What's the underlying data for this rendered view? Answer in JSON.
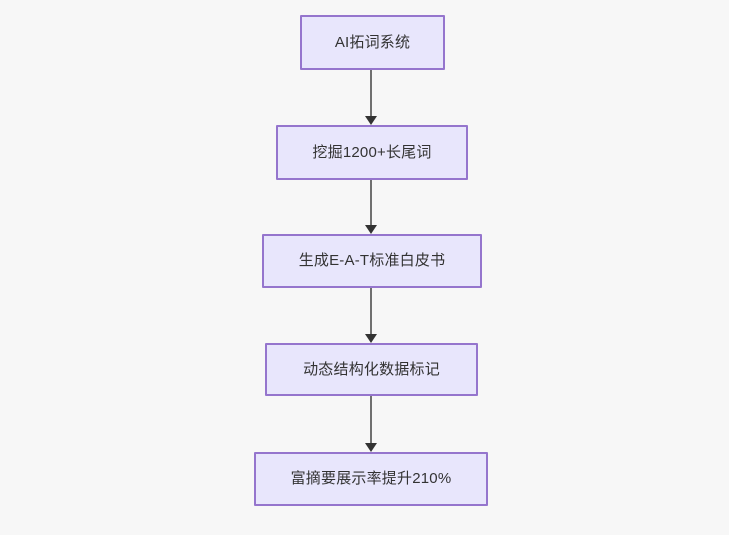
{
  "diagram": {
    "type": "flowchart",
    "direction": "top-to-bottom",
    "background_color": "#f7f7f7",
    "node_fill_color": "#e8e6fc",
    "node_border_color": "#9575cd",
    "node_text_color": "#333333",
    "connector_line_color": "#707070",
    "connector_arrow_color": "#333333",
    "nodes": [
      {
        "id": "n1",
        "label": "AI拓词系统"
      },
      {
        "id": "n2",
        "label": "挖掘1200+长尾词"
      },
      {
        "id": "n3",
        "label": "生成E-A-T标准白皮书"
      },
      {
        "id": "n4",
        "label": "动态结构化数据标记"
      },
      {
        "id": "n5",
        "label": "富摘要展示率提升210%"
      }
    ],
    "edges": [
      {
        "from": "n1",
        "to": "n2",
        "arrow": "arrow-down-icon"
      },
      {
        "from": "n2",
        "to": "n3",
        "arrow": "arrow-down-icon"
      },
      {
        "from": "n3",
        "to": "n4",
        "arrow": "arrow-down-icon"
      },
      {
        "from": "n4",
        "to": "n5",
        "arrow": "arrow-down-icon"
      }
    ]
  }
}
